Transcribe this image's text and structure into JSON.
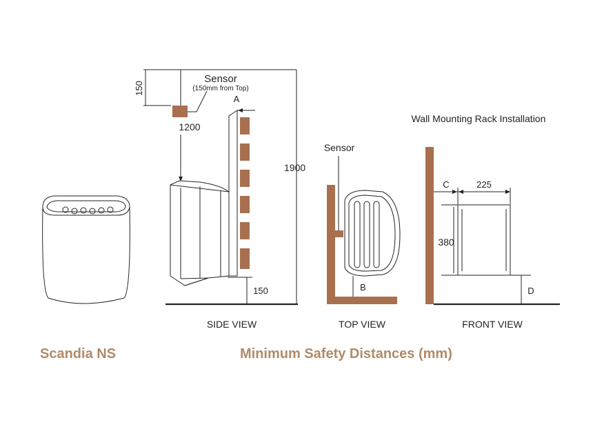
{
  "labels": {
    "sensor_side": "Sensor",
    "sensor_note": "(150mm from Top)",
    "dim_150_top": "150",
    "dim_1200": "1200",
    "dim_A": "A",
    "dim_1900": "1900",
    "dim_150_bottom": "150",
    "side_view": "SIDE VIEW",
    "top_view": "TOP VIEW",
    "front_view": "FRONT VIEW",
    "sensor_top": "Sensor",
    "dim_B": "B",
    "wall_rack": "Wall Mounting Rack Installation",
    "dim_C": "C",
    "dim_225": "225",
    "dim_380": "380",
    "dim_D": "D"
  },
  "footer": {
    "product": "Scandia NS",
    "heading": "Minimum Safety Distances (mm)"
  },
  "colors": {
    "wood": "#a8704f",
    "brand": "#b08a68",
    "line": "#222222"
  }
}
